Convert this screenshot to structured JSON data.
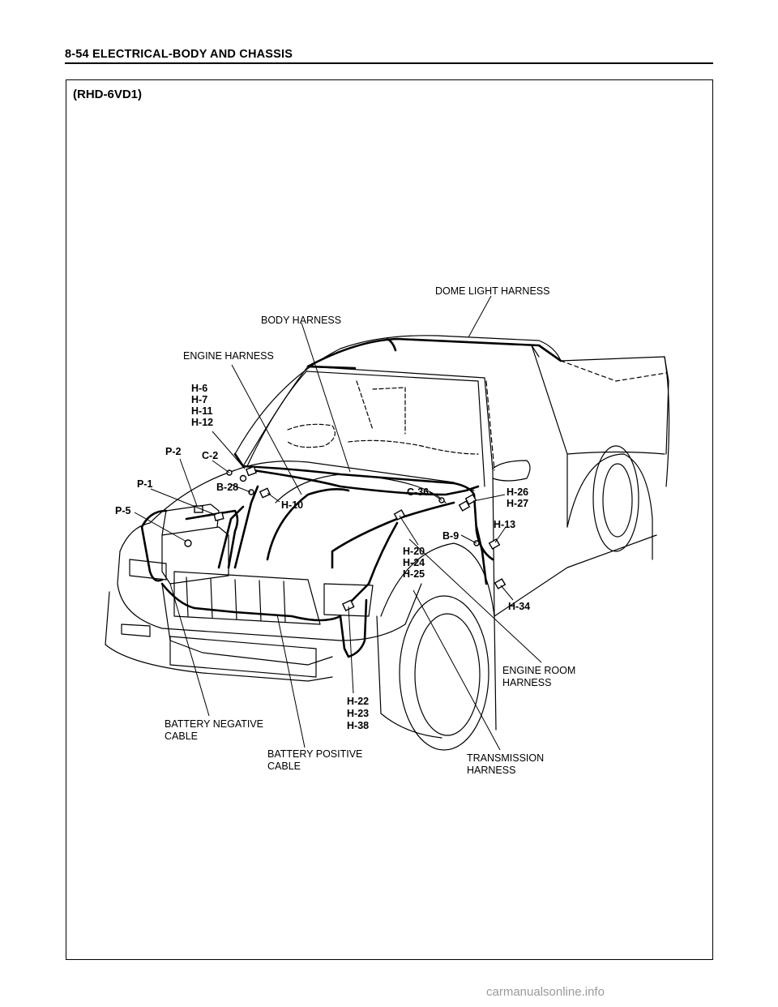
{
  "header": {
    "title": "8-54  ELECTRICAL-BODY AND CHASSIS"
  },
  "diagram": {
    "caption": "(RHD-6VD1)",
    "labels": {
      "dome_light_harness": "DOME LIGHT HARNESS",
      "body_harness": "BODY HARNESS",
      "engine_harness": "ENGINE HARNESS",
      "h6_group": [
        "H-6",
        "H-7",
        "H-11",
        "H-12"
      ],
      "p2": "P-2",
      "c2": "C-2",
      "p1": "P-1",
      "b28": "B-28",
      "p5": "P-5",
      "h10": "H-10",
      "c36": "C-36",
      "h26_group": [
        "H-26",
        "H-27"
      ],
      "h13": "H-13",
      "b9": "B-9",
      "h20_group": [
        "H-20",
        "H-24",
        "H-25"
      ],
      "h34": "H-34",
      "engine_room_harness": [
        "ENGINE ROOM",
        "HARNESS"
      ],
      "h22_group": [
        "H-22",
        "H-23",
        "H-38"
      ],
      "battery_negative_cable": [
        "BATTERY NEGATIVE",
        "CABLE"
      ],
      "battery_positive_cable": [
        "BATTERY POSITIVE",
        "CABLE"
      ],
      "transmission_harness": [
        "TRANSMISSION",
        "HARNESS"
      ]
    }
  },
  "watermark": "carmanualsonline.info"
}
